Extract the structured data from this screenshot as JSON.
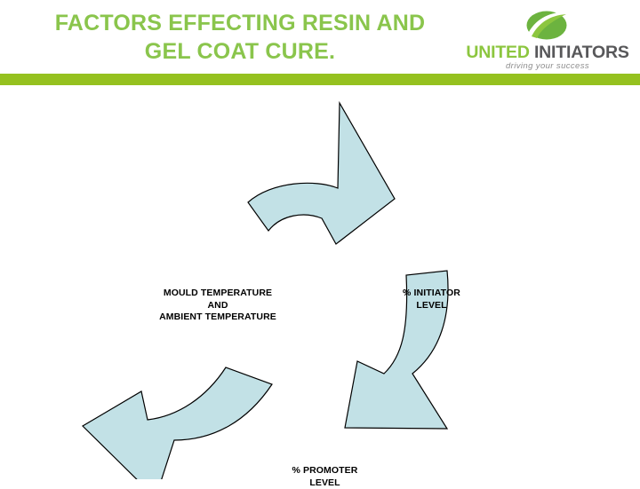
{
  "slide": {
    "title_lines": [
      "FACTORS EFFECTING RESIN AND",
      "GEL COAT CURE."
    ],
    "title_color": "#8ac54c",
    "background_color": "#ffffff",
    "rule_color": "#95c11f"
  },
  "logo": {
    "word_primary": "UNITED",
    "word_secondary": "INITIATORS",
    "tagline": "driving your success",
    "primary_color": "#8cc63f",
    "secondary_color": "#58585a",
    "mark_color": "#6cb33f",
    "mark_highlight_color": "#8cc63f"
  },
  "diagram": {
    "type": "cycle",
    "arrow_fill": "#c2e1e6",
    "arrow_stroke": "#000000",
    "arrows": [
      {
        "name": "top-arrow",
        "direction": "clockwise-top-right"
      },
      {
        "name": "right-arrow",
        "direction": "clockwise-bottom-left"
      },
      {
        "name": "left-arrow",
        "direction": "clockwise-top-left"
      }
    ],
    "labels": [
      {
        "id": "mould",
        "lines": [
          "MOULD TEMPERATURE",
          "AND",
          "AMBIENT TEMPERATURE"
        ]
      },
      {
        "id": "initiator",
        "lines": [
          "% INITIATOR",
          "LEVEL"
        ]
      },
      {
        "id": "promoter",
        "lines": [
          "% PROMOTER",
          "LEVEL"
        ]
      }
    ]
  }
}
